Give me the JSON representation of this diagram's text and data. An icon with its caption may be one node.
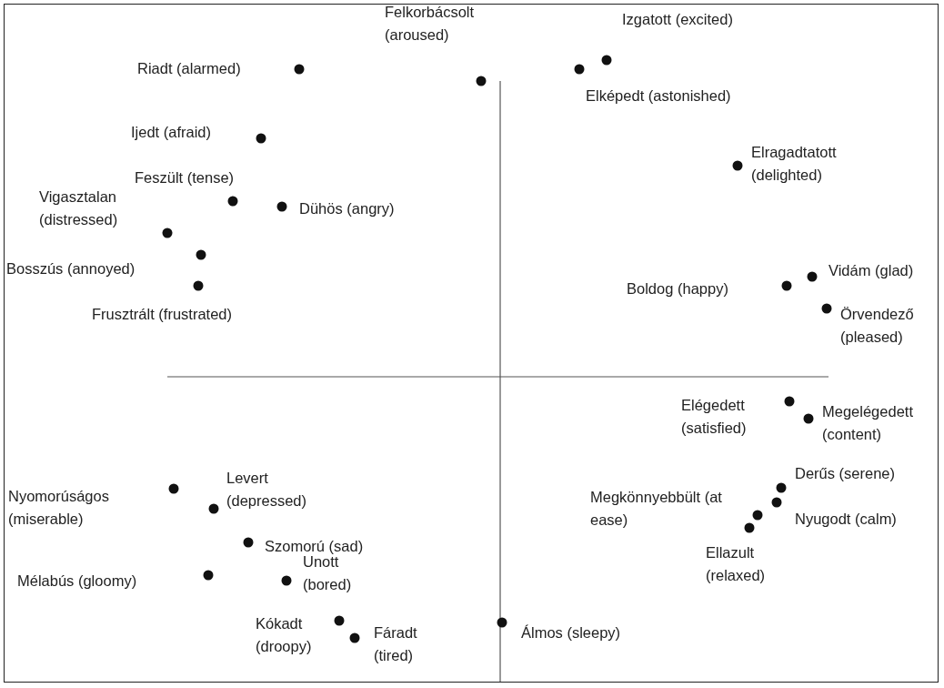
{
  "diagram": {
    "labels": [
      "Felkorbácsolt (aroused)",
      "Izgatott (excited)",
      "Riadt (alarmed)",
      "Elképedt (astonished)",
      "Ijedt (afraid)",
      "Elragadtatott (delighted)",
      "Feszült (tense)",
      "Vigasztalan (distressed)",
      "Dühös (angry)",
      "Bosszús (annoyed)",
      "Vidám (glad)",
      "Boldog (happy)",
      "Frusztrált (frustrated)",
      "Örvendező (pleased)",
      "Elégedett (satisfied)",
      "Megelégedett (content)",
      "Derűs (serene)",
      "Nyomorúságos (miserable)",
      "Levert (depressed)",
      "Megkönnyebbült (at ease)",
      "Nyugodt (calm)",
      "Szomorú (sad)",
      "Ellazult (relaxed)",
      "Mélabús (gloomy)",
      "Unott (bored)",
      "Kókadt (droopy)",
      "Fáradt (tired)",
      "Álmos (sleepy)"
    ]
  }
}
